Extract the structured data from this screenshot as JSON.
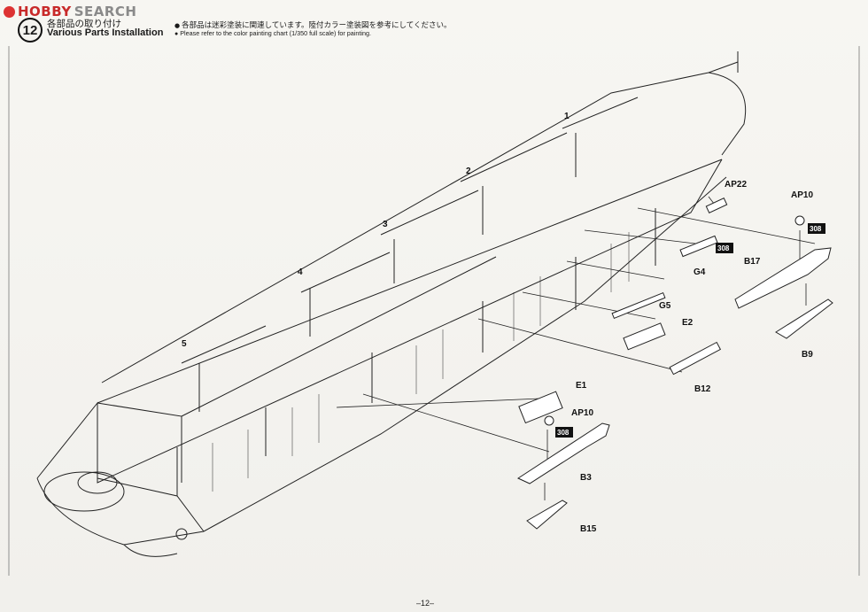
{
  "watermark": {
    "brand_part1": "HOBBY",
    "brand_part2": "SEARCH"
  },
  "step": {
    "number": "12",
    "title_jp": "各部品の取り付け",
    "title_en": "Various Parts Installation"
  },
  "notes": {
    "jp": "各部品は迷彩塗装に関連しています。陸付カラー塗装図を参考にしてください。",
    "en": "Please refer to the color painting chart (1/350 full scale) for painting."
  },
  "deck_numbers": [
    "1",
    "2",
    "3",
    "4",
    "5"
  ],
  "parts": {
    "ap22": "AP22",
    "ap10_top": "AP10",
    "code_top": "308",
    "g4": "G4",
    "code_g4": "308",
    "b17": "B17",
    "b9": "B9",
    "g5": "G5",
    "e2": "E2",
    "b12": "B12",
    "e1": "E1",
    "ap10_bottom": "AP10",
    "code_bottom": "308",
    "b3": "B3",
    "b15": "B15"
  },
  "footer": {
    "page_number": "–12–"
  }
}
